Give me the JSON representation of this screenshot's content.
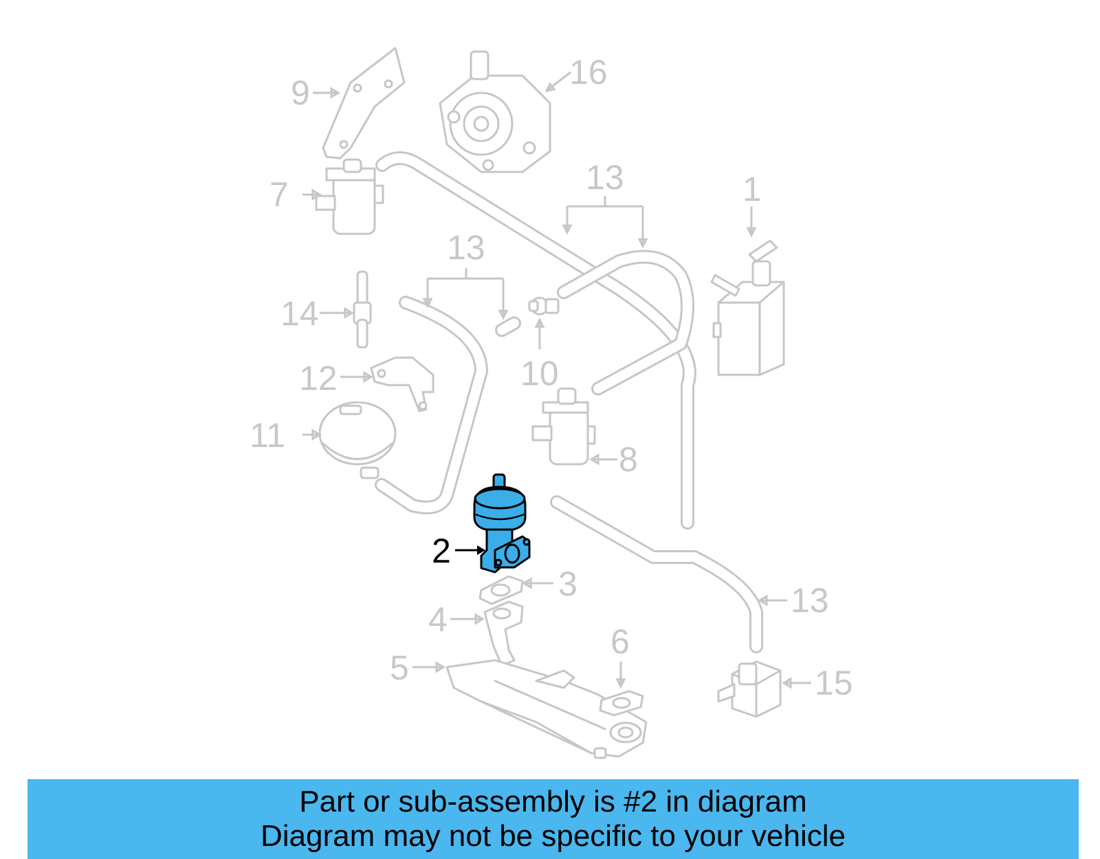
{
  "callouts": {
    "c1": "1",
    "c2": "2",
    "c3": "3",
    "c4": "4",
    "c5": "5",
    "c6": "6",
    "c7": "7",
    "c8": "8",
    "c9": "9",
    "c10": "10",
    "c11": "11",
    "c12": "12",
    "c13a": "13",
    "c13b": "13",
    "c13c": "13",
    "c14": "14",
    "c15": "15",
    "c16": "16"
  },
  "highlighted_part": "2",
  "banner": {
    "line1": "Part or sub-assembly is #2 in diagram",
    "line2": "Diagram may not be specific to your vehicle",
    "background": "#4ab7ef"
  },
  "colors": {
    "highlight_fill": "#3aaee8",
    "ghost_parts": "#c6c6c6"
  }
}
